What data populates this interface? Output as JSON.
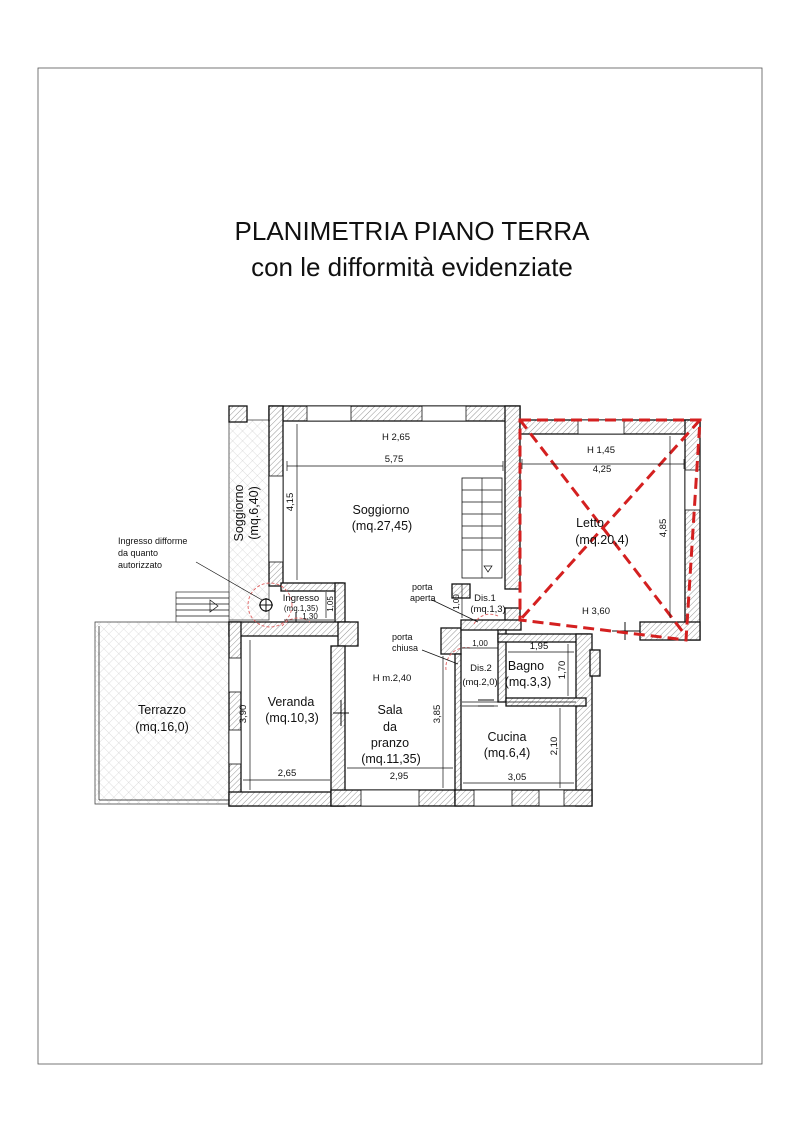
{
  "title": {
    "line1": "PLANIMETRIA PIANO TERRA",
    "line2": "con le difformità evidenziate"
  },
  "rooms": {
    "soggiorno": {
      "name": "Soggiorno",
      "area": "(mq.27,45)",
      "height": "H 2,65",
      "width": "5,75",
      "depth": "4,15"
    },
    "letto": {
      "name": "Letto",
      "area": "(mq.20,4)",
      "height_top": "H 1,45",
      "height_bottom": "H 3,60",
      "width": "4,25",
      "depth": "4,85"
    },
    "soggiorno_ext": {
      "name": "Soggiorno",
      "area": "(mq.6,40)"
    },
    "ingresso": {
      "name": "Ingresso",
      "area": "(mq.1,35)",
      "width": "1,30",
      "depth": "1,05"
    },
    "dis1": {
      "name": "Dis.1",
      "area": "(mq.1,3)",
      "width": "1,00",
      "depth": "1,00"
    },
    "dis2": {
      "name": "Dis.2",
      "area": "(mq.2,0)"
    },
    "bagno": {
      "name": "Bagno",
      "area": "(mq.3,3)",
      "width": "1,95",
      "depth": "1,70"
    },
    "cucina": {
      "name": "Cucina",
      "area": "(mq.6,4)",
      "width": "3,05",
      "depth": "2,10"
    },
    "veranda": {
      "name": "Veranda",
      "area": "(mq.10,3)",
      "width": "2,65",
      "depth": "3,90"
    },
    "sala": {
      "line1": "Sala",
      "line2": "da",
      "line3": "pranzo",
      "area": "(mq.11,35)",
      "height": "H m.2,40",
      "width": "2,95",
      "depth": "3,85"
    },
    "terrazzo": {
      "name": "Terrazzo",
      "area": "(mq.16,0)"
    }
  },
  "notes": {
    "ingresso_1": "Ingresso difforme",
    "ingresso_2": "da quanto",
    "ingresso_3": "autorizzato",
    "aperta_1": "porta",
    "aperta_2": "aperta",
    "chiusa_1": "porta",
    "chiusa_2": "chiusa"
  },
  "colors": {
    "discrepancy": "#d42020",
    "wall_hatch": "#9a9a9a"
  }
}
